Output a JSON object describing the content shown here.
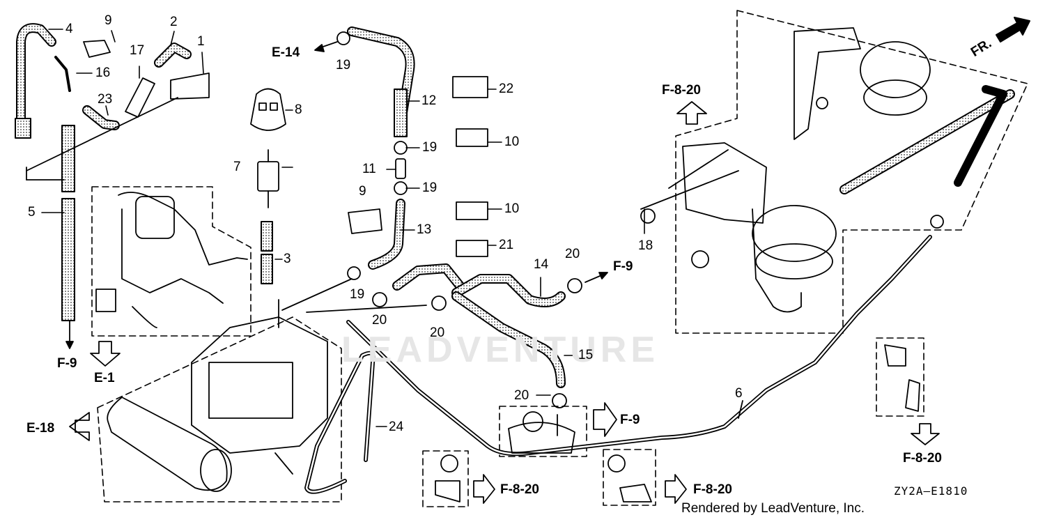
{
  "watermark": "LEADVENTURE",
  "direction_label": "FR.",
  "diagram_code": "ZY2A—E1810",
  "credit": "Rendered by LeadVenture, Inc.",
  "callouts": {
    "p1": "1",
    "p2": "2",
    "p3": "3",
    "p4": "4",
    "p5": "5",
    "p6": "6",
    "p7": "7",
    "p8": "8",
    "p9a": "9",
    "p9b": "9",
    "p10a": "10",
    "p10b": "10",
    "p11": "11",
    "p12": "12",
    "p13": "13",
    "p14": "14",
    "p15": "15",
    "p16": "16",
    "p17": "17",
    "p18": "18",
    "p19a": "19",
    "p19b": "19",
    "p19c": "19",
    "p19d": "19",
    "p20a": "20",
    "p20b": "20",
    "p20c": "20",
    "p20d": "20",
    "p21": "21",
    "p22": "22",
    "p23": "23",
    "p24": "24"
  },
  "references": {
    "e14": "E-14",
    "e1": "E-1",
    "e18": "E-18",
    "f9_left": "F-9",
    "f9_mid": "F-9",
    "f9_low": "F-9",
    "f820_top": "F-8-20",
    "f820_right": "F-8-20",
    "f820_bl": "F-8-20",
    "f820_bm": "F-8-20"
  }
}
